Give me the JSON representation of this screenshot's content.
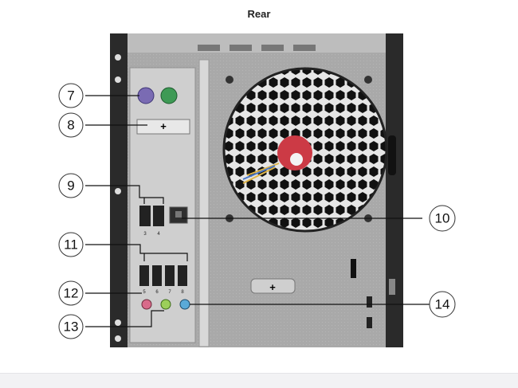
{
  "title": "Rear",
  "callouts": [
    {
      "label": "7",
      "target": "ps2-ports"
    },
    {
      "label": "8",
      "target": "display-port"
    },
    {
      "label": "9",
      "target": "usb-ports-3-4"
    },
    {
      "label": "10",
      "target": "ethernet-port"
    },
    {
      "label": "11",
      "target": "usb-ports-5-8"
    },
    {
      "label": "12",
      "target": "microphone-jack"
    },
    {
      "label": "13",
      "target": "line-out-jack"
    },
    {
      "label": "14",
      "target": "line-in-jack"
    }
  ],
  "port_labels": {
    "usb_3": "3",
    "usb_4": "4",
    "usb_5": "5",
    "usb_6": "6",
    "usb_7": "7",
    "usb_8": "8"
  },
  "colors": {
    "chassis": "#9a9a9a",
    "io_shield": "#c9c9c9",
    "ps2_keyboard": "#7a6bb3",
    "ps2_mouse": "#3e9a55",
    "mic_jack": "#d86a8a",
    "line_out_jack": "#9ccf5a",
    "line_in_jack": "#5aaad8"
  }
}
